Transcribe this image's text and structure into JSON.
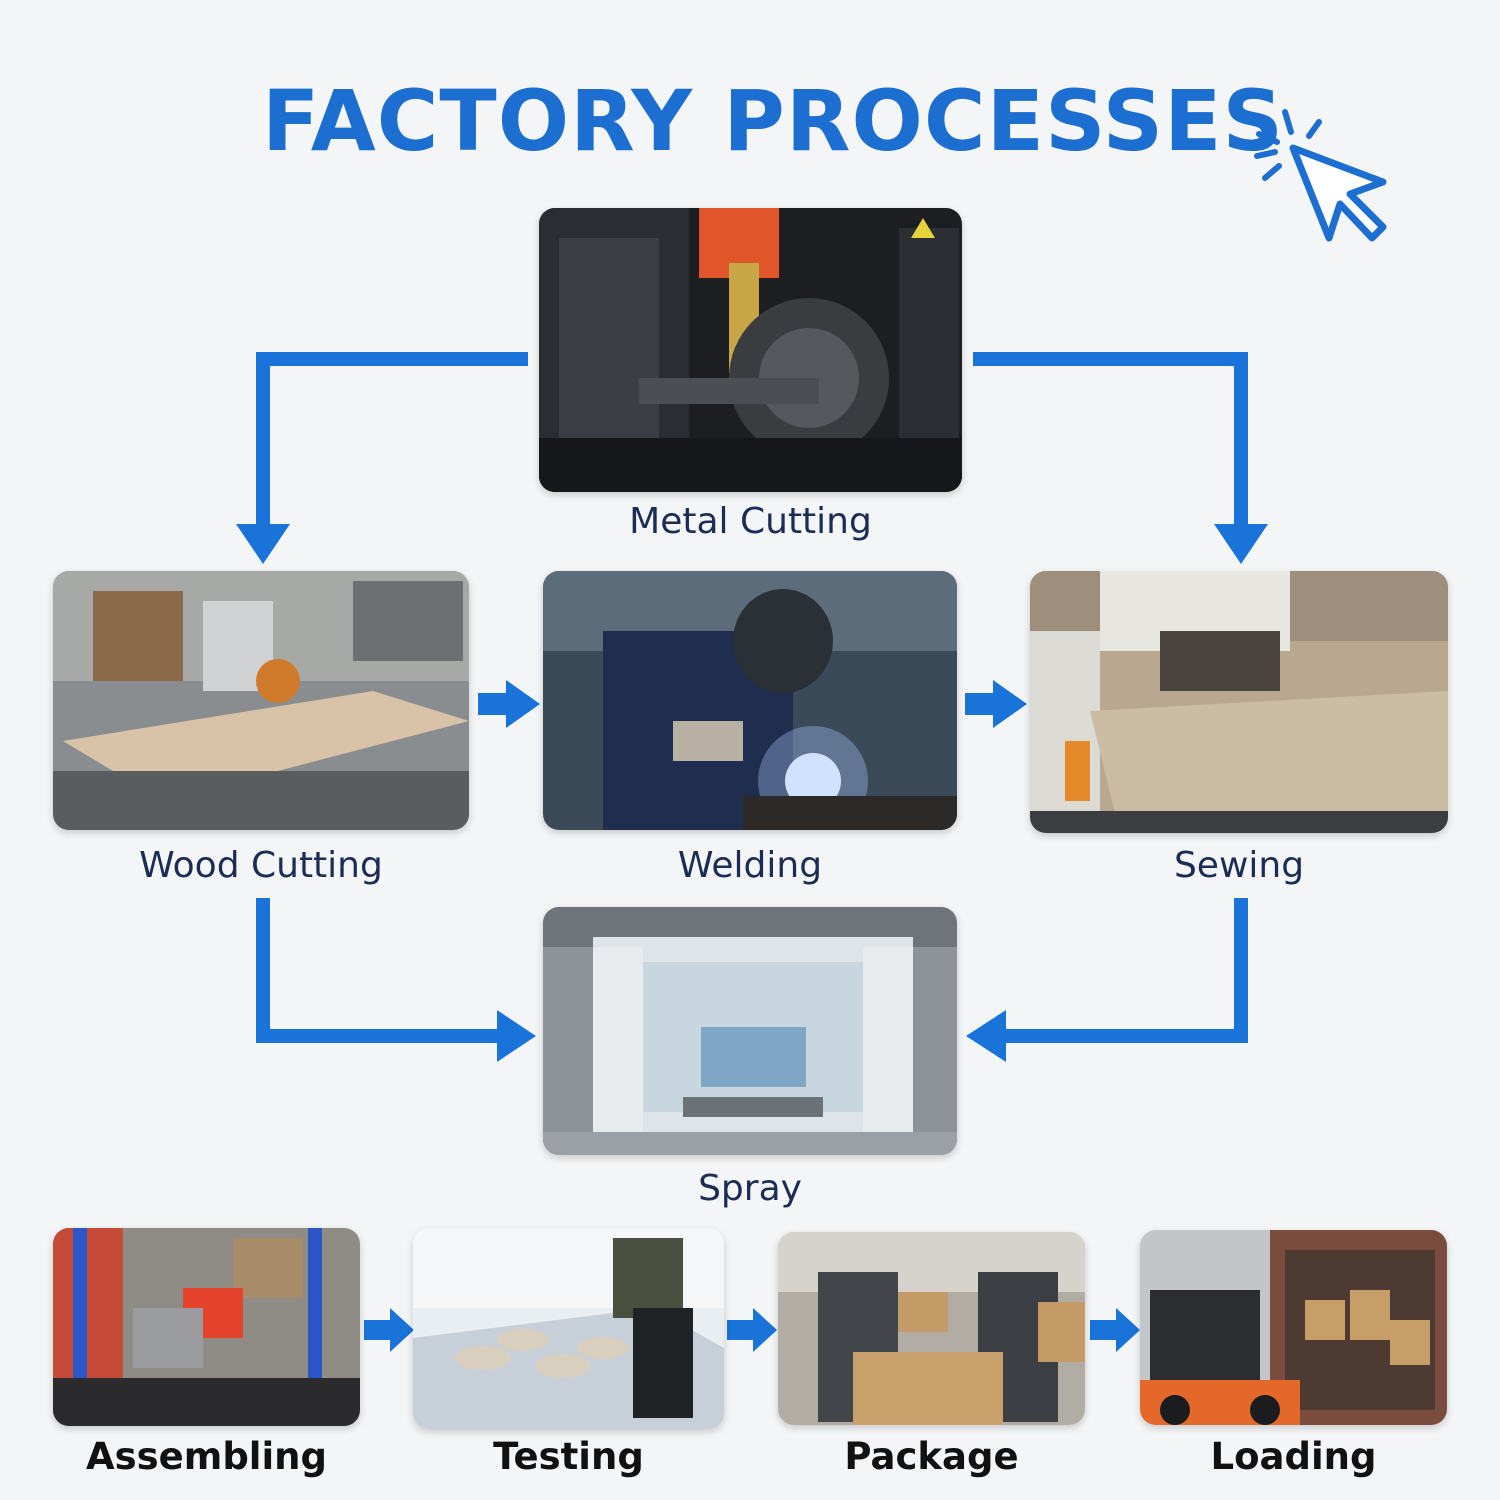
{
  "title": "FACTORY PROCESSES",
  "accent_color": "#1c6fd1",
  "icons": {
    "cursor": "cursor-click-icon",
    "arrow": "arrow-icon"
  },
  "steps": {
    "metal_cutting": "Metal Cutting",
    "wood_cutting": "Wood Cutting",
    "welding": "Welding",
    "sewing": "Sewing",
    "spray": "Spray",
    "assembling": "Assembling",
    "testing": "Testing",
    "package": "Package",
    "loading": "Loading"
  }
}
